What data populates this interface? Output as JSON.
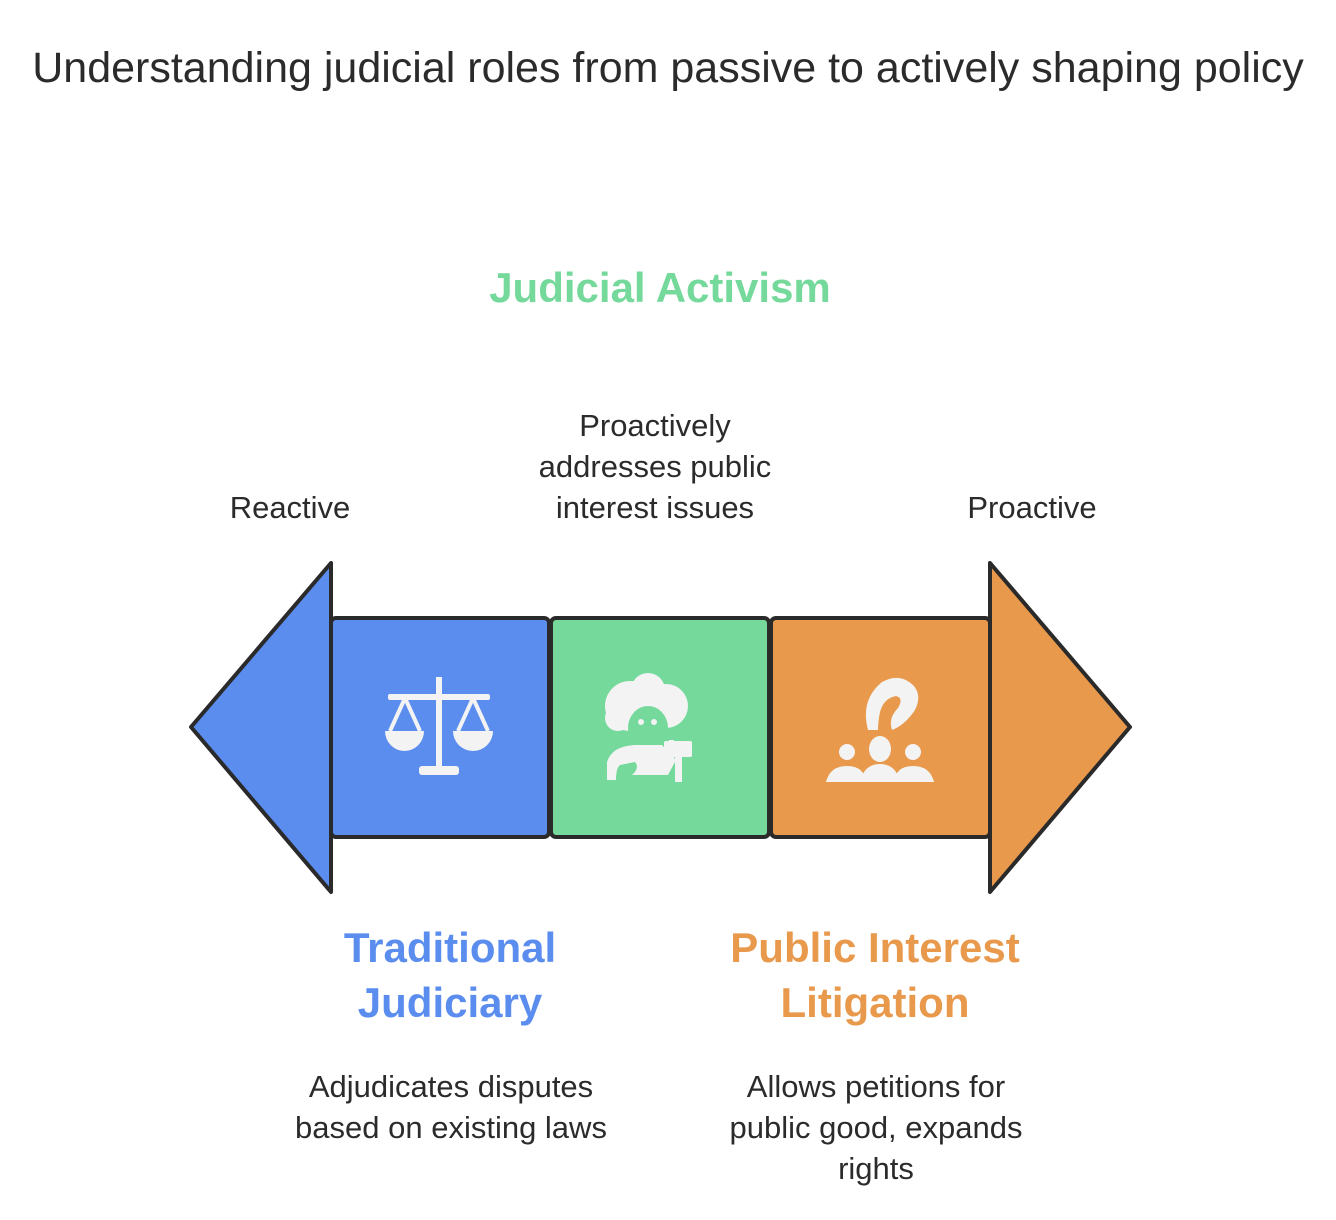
{
  "title": "Understanding judicial roles from passive to actively shaping policy",
  "axis": {
    "left_label": "Reactive",
    "right_label": "Proactive"
  },
  "stages": [
    {
      "heading": "Traditional Judiciary",
      "description": "Adjudicates disputes based on existing laws",
      "icon": "scales-of-justice-icon",
      "color": "#5B8DEF"
    },
    {
      "heading": "Judicial Activism",
      "description": "Proactively addresses public interest issues",
      "icon": "judge-with-gavel-icon",
      "color": "#74D99A"
    },
    {
      "heading": "Public Interest Litigation",
      "description": "Allows petitions for public good, expands rights",
      "icon": "hand-over-people-icon",
      "color": "#E8994C"
    }
  ]
}
